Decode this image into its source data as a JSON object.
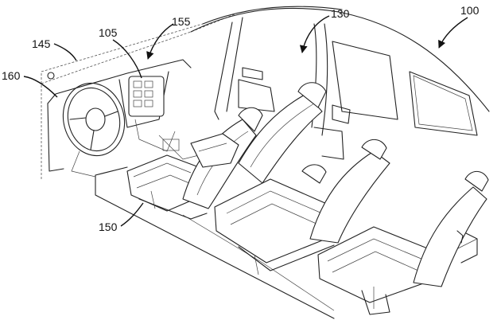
{
  "labels": {
    "r100": "100",
    "r105": "105",
    "r130": "130",
    "r145": "145",
    "r150": "150",
    "r155": "155",
    "r160": "160"
  }
}
